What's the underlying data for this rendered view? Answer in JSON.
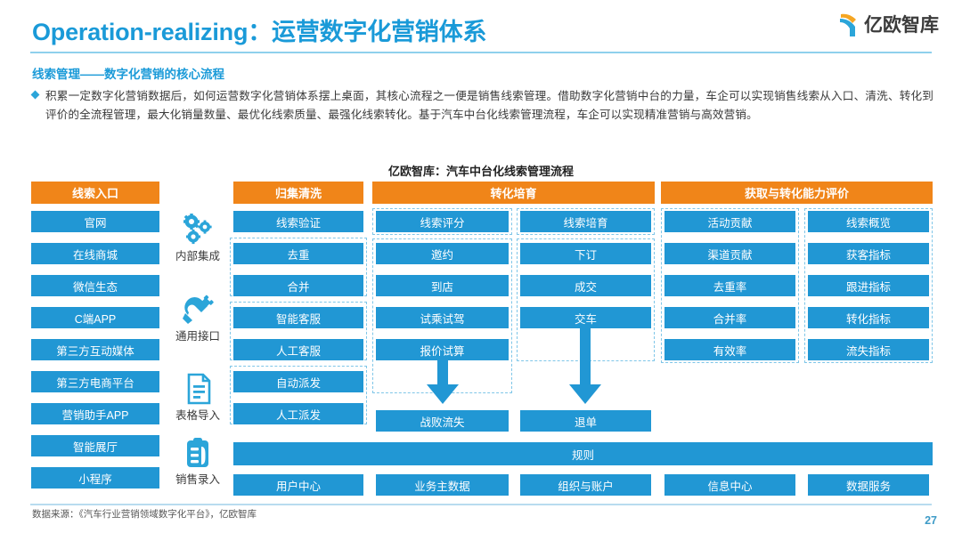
{
  "header": {
    "title": "Operation-realizing：运营数字化营销体系",
    "logo_text": "亿欧智库",
    "logo_icon": "yiou-y-mark-icon"
  },
  "section": {
    "heading": "线索管理——数字化营销的核心流程",
    "bullet_icon": "diamond-bullet-icon",
    "paragraph": "积累一定数字化营销数据后，如何运营数字化营销体系摆上桌面，其核心流程之一便是销售线索管理。借助数字化营销中台的力量，车企可以实现销售线索从入口、清洗、转化到评价的全流程管理，最大化销量数量、最优化线索质量、最强化线索转化。基于汽车中台化线索管理流程，车企可以实现精准营销与高效营销。"
  },
  "diagram": {
    "title": "亿欧智库：汽车中台化线索管理流程",
    "headers": {
      "entry": "线索入口",
      "cleanse": "归集清洗",
      "nurture": "转化培育",
      "evaluate": "获取与转化能力评价"
    },
    "entry_items": [
      "官网",
      "在线商城",
      "微信生态",
      "C端APP",
      "第三方互动媒体",
      "第三方电商平台",
      "营销助手APP",
      "智能展厅",
      "小程序"
    ],
    "connectors": [
      {
        "icon": "gears-icon",
        "label": "内部集成"
      },
      {
        "icon": "usb-plug-icon",
        "label": "通用接口"
      },
      {
        "icon": "document-icon",
        "label": "表格导入"
      },
      {
        "icon": "clipboard-icon",
        "label": "销售录入"
      }
    ],
    "cleanse_items": [
      "线索验证",
      "去重",
      "合并",
      "智能客服",
      "人工客服",
      "自动派发",
      "人工派发"
    ],
    "nurture_left": [
      "线索评分",
      "邀约",
      "到店",
      "试乘试驾",
      "报价试算"
    ],
    "nurture_right": [
      "线索培育",
      "下订",
      "成交",
      "交车"
    ],
    "nurture_outcome_left": "战败流失",
    "nurture_outcome_right": "退单",
    "evaluate_left": [
      "活动贡献",
      "渠道贡献",
      "去重率",
      "合并率",
      "有效率"
    ],
    "evaluate_right": [
      "线索概览",
      "获客指标",
      "跟进指标",
      "转化指标",
      "流失指标"
    ],
    "rule_bar": "规则",
    "foundation_items": [
      "用户中心",
      "业务主数据",
      "组织与账户",
      "信息中心",
      "数据服务"
    ]
  },
  "footer": {
    "source": "数据来源：《汽车行业营销领域数字化平台》，亿欧智库",
    "page_number": "27"
  },
  "colors": {
    "blue": "#2197D4",
    "orange": "#F08519",
    "title_blue": "#1A9AD8",
    "dash_border": "#7FC6E8"
  }
}
